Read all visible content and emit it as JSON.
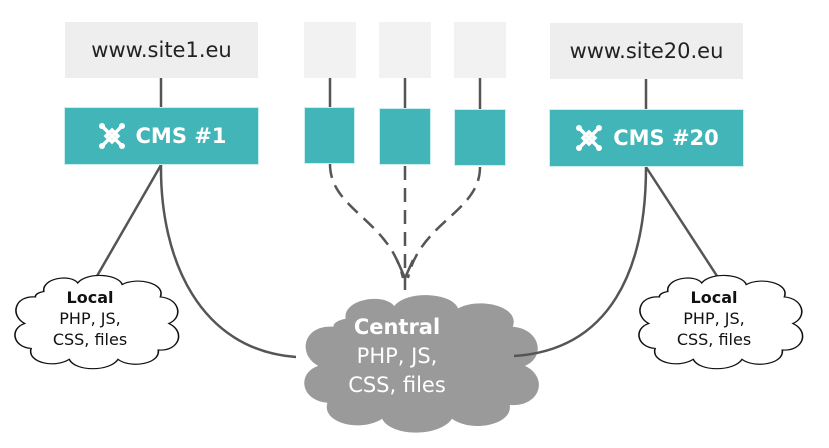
{
  "diagram": {
    "sites": [
      {
        "label": "www.site1.eu"
      },
      {
        "label": ""
      },
      {
        "label": ""
      },
      {
        "label": ""
      },
      {
        "label": "www.site20.eu"
      }
    ],
    "cms": [
      {
        "label": "CMS #1",
        "icon": "joomla-logo-icon"
      },
      {
        "label": "",
        "icon": ""
      },
      {
        "label": "",
        "icon": ""
      },
      {
        "label": "",
        "icon": ""
      },
      {
        "label": "CMS #20",
        "icon": "joomla-logo-icon"
      }
    ],
    "local_clouds": [
      {
        "title": "Local",
        "line1": "PHP, JS,",
        "line2": "CSS, files"
      },
      {
        "title": "Local",
        "line1": "PHP, JS,",
        "line2": "CSS, files"
      }
    ],
    "central_cloud": {
      "title": "Central",
      "line1": "PHP, JS,",
      "line2": "CSS, files"
    },
    "colors": {
      "cms_teal": "#41b5b8",
      "site_gray": "#eeeeee",
      "central_cloud": "#9a9a9a",
      "connector": "#555555"
    }
  }
}
